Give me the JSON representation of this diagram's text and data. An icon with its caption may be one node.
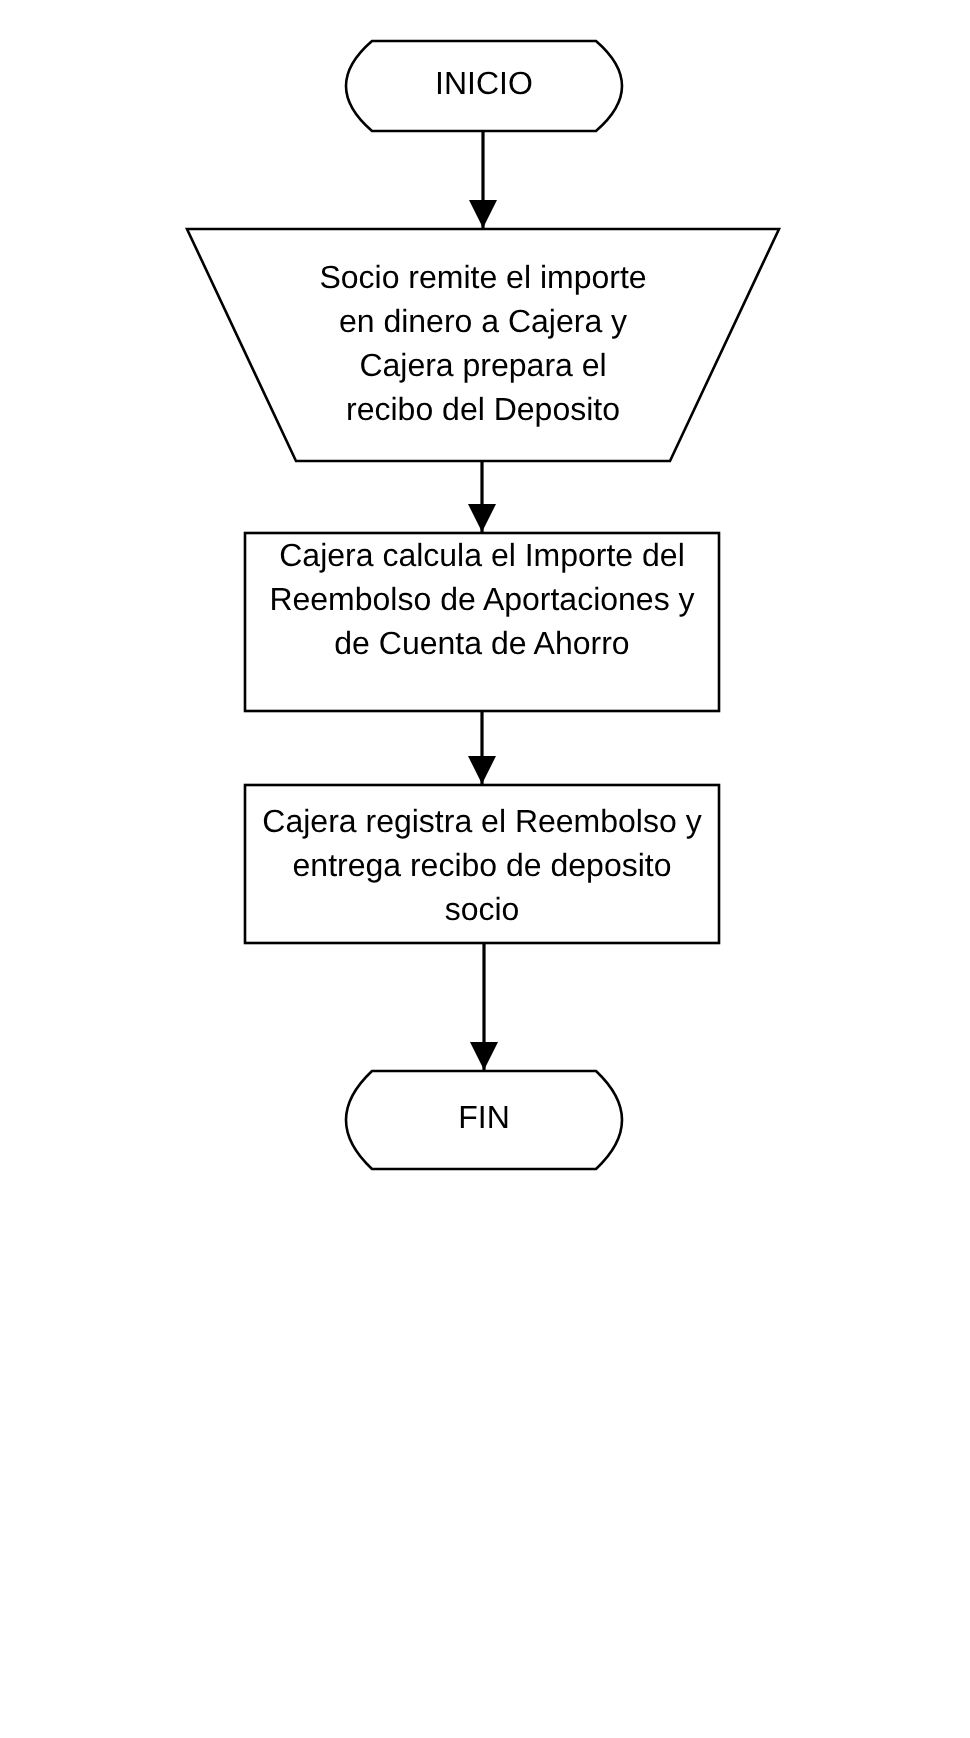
{
  "diagram": {
    "nodes": [
      {
        "text": [
          "INICIO"
        ]
      },
      {
        "text": [
          "Socio remite el importe en dinero a Cajera y Cajera prepara el recibo del Deposito"
        ]
      },
      {
        "text": [
          "Cajera calcula el Importe del Reembolso de Aportaciones y de Cuenta de Ahorro"
        ]
      },
      {
        "text": [
          "Cajera registra el Reembolso y entrega recibo de deposito socio"
        ]
      },
      {
        "text": [
          "FIN"
        ]
      }
    ],
    "edges": [
      {
        "from": 0,
        "to": 1,
        "arrow": "to"
      },
      {
        "from": 1,
        "to": 2,
        "arrow": "to"
      },
      {
        "from": 2,
        "to": 3,
        "arrow": "to"
      },
      {
        "from": 3,
        "to": 4,
        "arrow": "to"
      }
    ]
  }
}
